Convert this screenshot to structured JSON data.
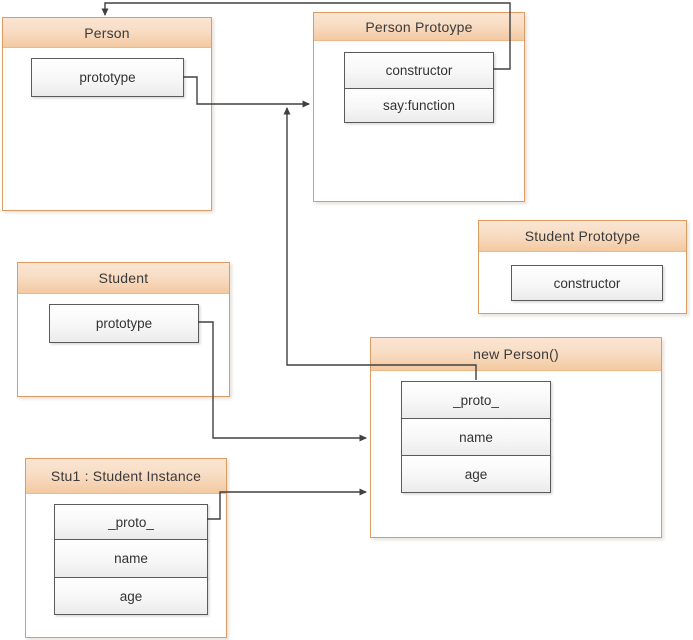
{
  "diagram": {
    "type": "prototype-chain-diagram",
    "nodes": {
      "person": {
        "title": "Person",
        "rows": [
          "prototype"
        ]
      },
      "person_prototype": {
        "title": "Person Protoype",
        "rows": [
          "constructor",
          "say:function"
        ]
      },
      "student_prototype": {
        "title": "Student Prototype",
        "rows": [
          "constructor"
        ]
      },
      "student": {
        "title": "Student",
        "rows": [
          "prototype"
        ]
      },
      "new_person": {
        "title": "new Person()",
        "rows": [
          "_proto_",
          "name",
          "age"
        ]
      },
      "stu1": {
        "title": "Stu1 : Student Instance",
        "rows": [
          "_proto_",
          "name",
          "age"
        ]
      }
    },
    "edges": [
      {
        "from": "Person.prototype",
        "to": "Person Protoype"
      },
      {
        "from": "Person Protoype.constructor",
        "to": "Person"
      },
      {
        "from": "new Person()._proto_",
        "to": "Person Protoype"
      },
      {
        "from": "Student.prototype",
        "to": "new Person()"
      },
      {
        "from": "Stu1._proto_",
        "to": "new Person()"
      }
    ],
    "colors": {
      "node_border": "#dd9c61",
      "header_gradient_top": "#fae5d2",
      "header_gradient_bottom": "#f3c9a1",
      "row_border": "#5b5b5b",
      "row_gradient_top": "#ffffff",
      "row_gradient_bottom": "#ebebeb",
      "connector": "#404040",
      "text": "#333333",
      "background": "#ffffff"
    }
  }
}
